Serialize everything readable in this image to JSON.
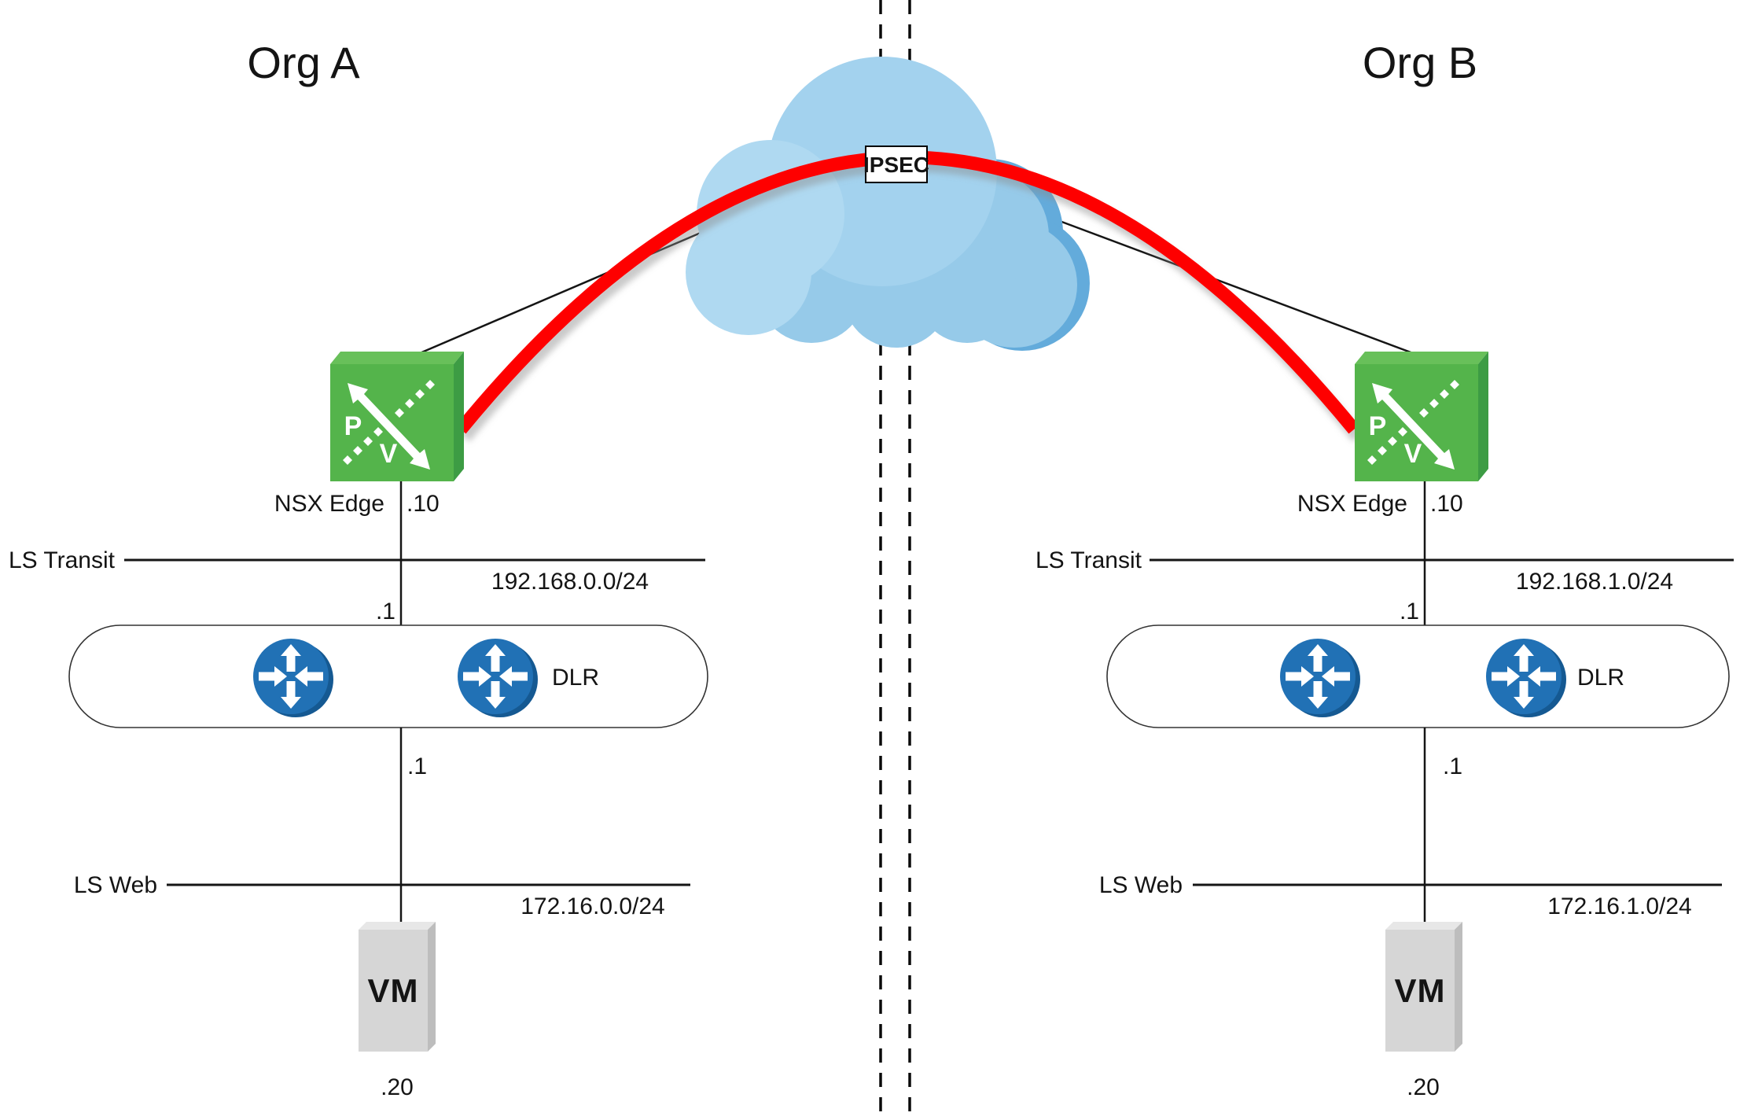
{
  "diagram": {
    "tunnel": {
      "label": "IPSEC"
    },
    "nsx_icon": {
      "p_label": "P",
      "v_label": "V"
    },
    "org_a": {
      "title": "Org A",
      "edge_label": "NSX Edge",
      "edge_ip": ".10",
      "transit_label": "LS Transit",
      "transit_subnet": "192.168.0.0/24",
      "transit_gateway_ip": ".1",
      "dlr_label": "DLR",
      "web_gateway_ip": ".1",
      "web_label": "LS Web",
      "web_subnet": "172.16.0.0/24",
      "vm_label": "VM",
      "vm_ip": ".20"
    },
    "org_b": {
      "title": "Org B",
      "edge_label": "NSX Edge",
      "edge_ip": ".10",
      "transit_label": "LS Transit",
      "transit_subnet": "192.168.1.0/24",
      "transit_gateway_ip": ".1",
      "dlr_label": "DLR",
      "web_gateway_ip": ".1",
      "web_label": "LS Web",
      "web_subnet": "172.16.1.0/24",
      "vm_label": "VM",
      "vm_ip": ".20"
    },
    "colors": {
      "nsx_green_front": "#54B44B",
      "nsx_green_top": "#68C05A",
      "nsx_green_side": "#3D9C44",
      "router_blue": "#2171B5",
      "router_blue_dark": "#155992",
      "cloud_main": "#96CAE9",
      "cloud_top": "#A3D2EE",
      "cloud_light": "#AFD9F1",
      "cloud_shade": "#63ABDB",
      "tunnel_red": "#FE0000",
      "vm_gray_front": "#D6D6D6",
      "vm_gray_top": "#E7E7E7",
      "vm_gray_side": "#BDBDBD",
      "vm_text_blue": "#398FC6"
    }
  }
}
